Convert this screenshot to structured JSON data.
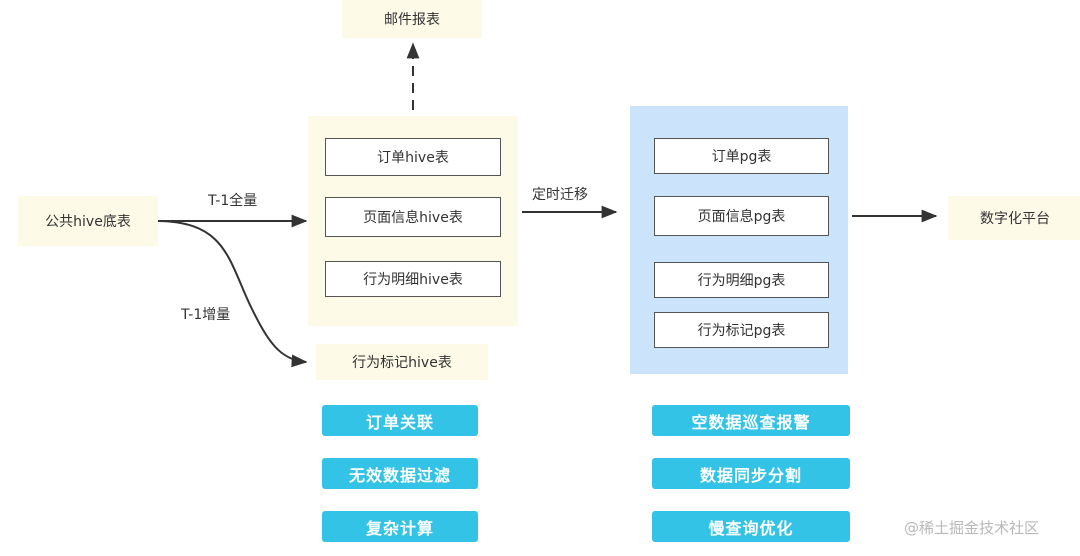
{
  "nodes": {
    "source": "公共hive底表",
    "email_report": "邮件报表",
    "marker_table": "行为标记hive表",
    "digital_platform": "数字化平台"
  },
  "hive_tables": [
    "订单hive表",
    "页面信息hive表",
    "行为明细hive表"
  ],
  "pg_tables": [
    "订单pg表",
    "页面信息pg表",
    "行为明细pg表",
    "行为标记pg表"
  ],
  "edge_labels": {
    "full": "T-1全量",
    "incremental": "T-1增量",
    "migrate": "定时迁移"
  },
  "hive_tags": [
    "订单关联",
    "无效数据过滤",
    "复杂计算"
  ],
  "pg_tags": [
    "空数据巡查报警",
    "数据同步分割",
    "慢查询优化"
  ],
  "watermark": "@稀土掘金技术社区",
  "colors": {
    "tag": "#33c3e6",
    "hive_panel": "#fdfbe8",
    "pg_panel": "#cce4fb",
    "arrow": "#333333"
  }
}
